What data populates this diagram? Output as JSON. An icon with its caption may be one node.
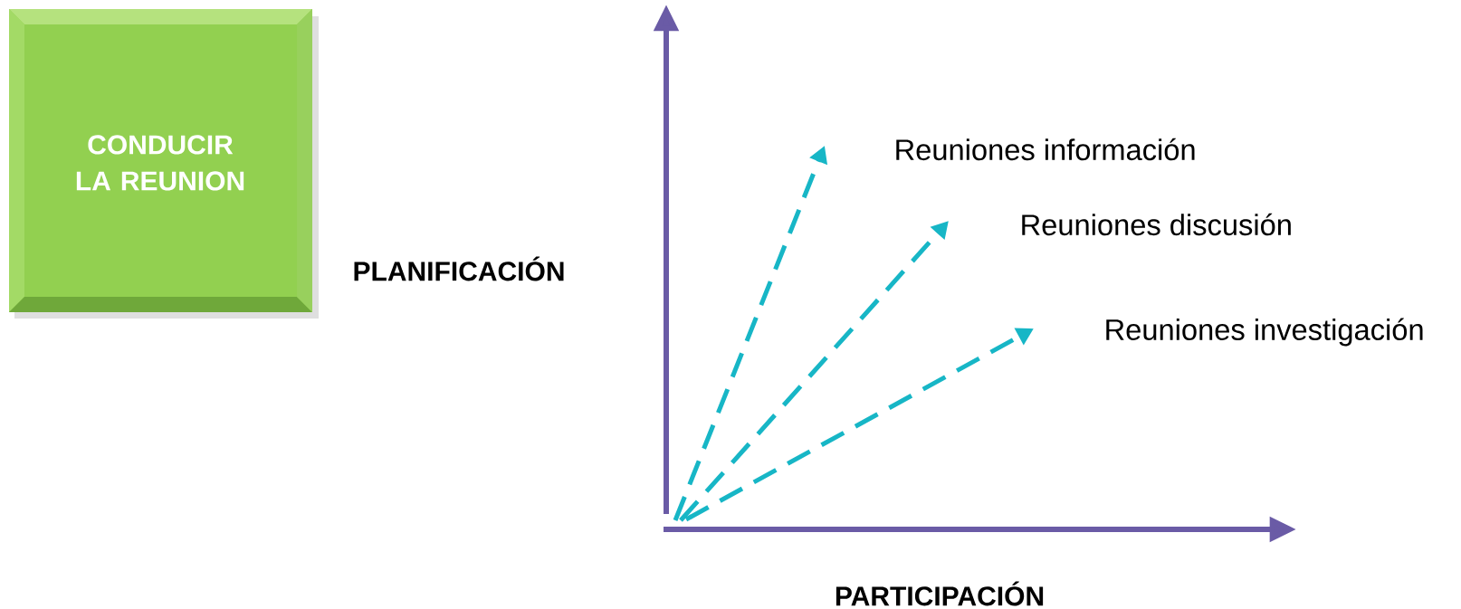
{
  "diagram": {
    "nodes": [
      {
        "text": [
          "CONDUCIR LA REUNION"
        ]
      },
      {
        "text": [],
        "shape": "axes"
      }
    ],
    "edges": [
      {
        "from": 1,
        "to": null,
        "arrow": "to",
        "style": "dashed"
      },
      {
        "from": 1,
        "to": null,
        "arrow": "to",
        "style": "dashed"
      },
      {
        "from": 1,
        "to": null,
        "arrow": "to",
        "style": "dashed"
      }
    ],
    "labels": [
      "Reuniones información",
      "Reuniones discusión",
      "PLANIFICACIÓN",
      "Reuniones investigación",
      "PARTICIPACIÓN"
    ]
  }
}
